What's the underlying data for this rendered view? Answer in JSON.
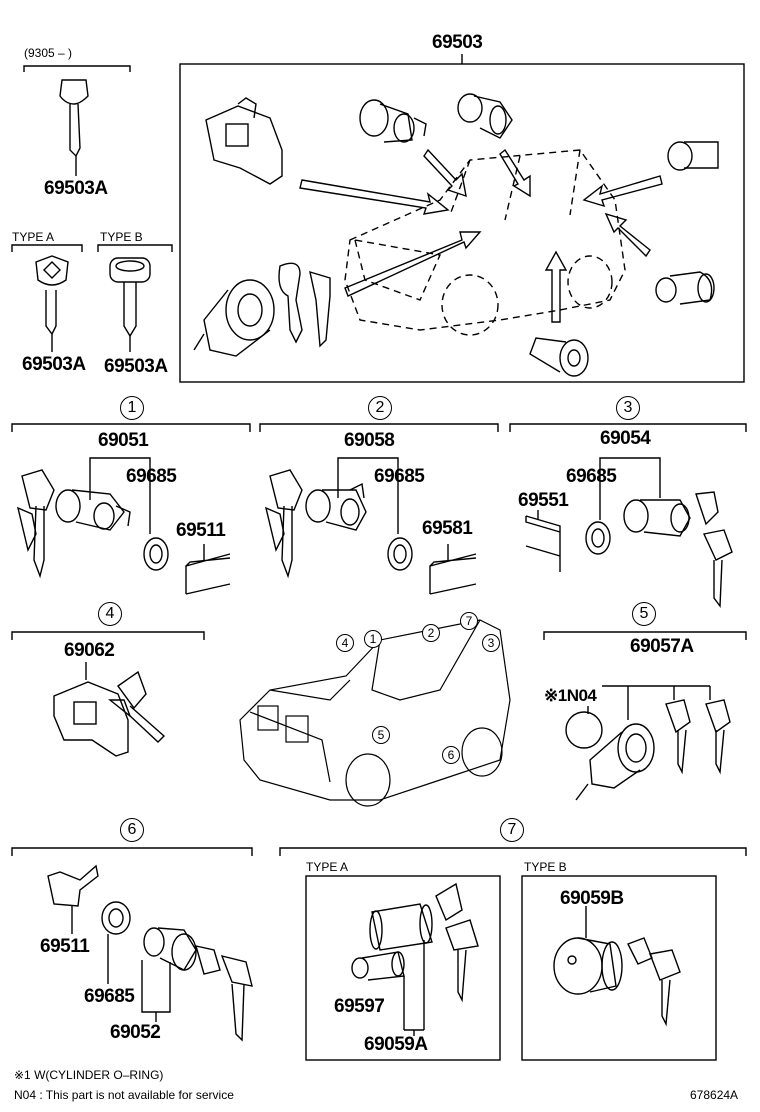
{
  "top_left": {
    "date_range": "(9305 –      )",
    "key_part": "69503A",
    "type_a": "TYPE  A",
    "type_b": "TYPE  B",
    "key_a_part": "69503A",
    "key_b_part": "69503A"
  },
  "assembly_box": {
    "part": "69503"
  },
  "section1": {
    "num": "1",
    "set": "69051",
    "oring": "69685",
    "retainer": "69511"
  },
  "section2": {
    "num": "2",
    "set": "69058",
    "oring": "69685",
    "retainer": "69581"
  },
  "section3": {
    "num": "3",
    "set": "69054",
    "oring": "69685",
    "retainer": "69551"
  },
  "section4": {
    "num": "4",
    "set": "69062"
  },
  "section5": {
    "num": "5",
    "set": "69057A",
    "note_part": "※1N04"
  },
  "section6": {
    "num": "6",
    "retainer": "69511",
    "oring": "69685",
    "set": "69052"
  },
  "section7": {
    "num": "7",
    "type_a": "TYPE  A",
    "type_b": "TYPE  B",
    "cylinder": "69597",
    "set_a": "69059A",
    "set_b": "69059B"
  },
  "center_vehicle": {
    "markers": [
      "4",
      "1",
      "2",
      "7",
      "3",
      "5",
      "6"
    ]
  },
  "footer": {
    "note1": "※1 W(CYLINDER O–RING)",
    "note2": "N04 : This part is not available for service",
    "diagram_id": "678624A"
  }
}
